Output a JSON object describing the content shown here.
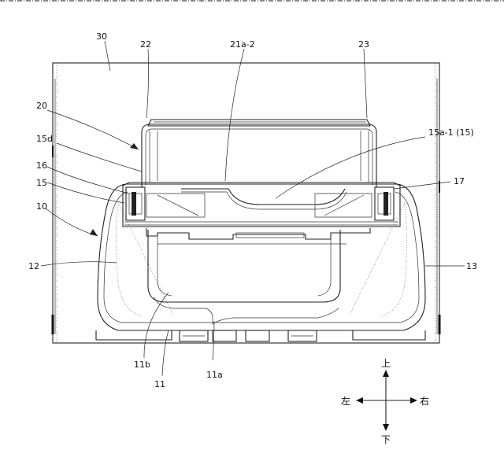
{
  "labels": {
    "l30": "30",
    "l22": "22",
    "l21a2": "21a-2",
    "l23": "23",
    "l20": "20",
    "l15a1": "15a-1 (15)",
    "l15d": "15d",
    "l16": "16",
    "l15": "15",
    "l17": "17",
    "l10": "10",
    "l12": "12",
    "l13": "13",
    "l11b": "11b",
    "l11": "11",
    "l11a": "11a"
  },
  "directions": {
    "up": "上",
    "down": "下",
    "left": "左",
    "right": "右"
  }
}
